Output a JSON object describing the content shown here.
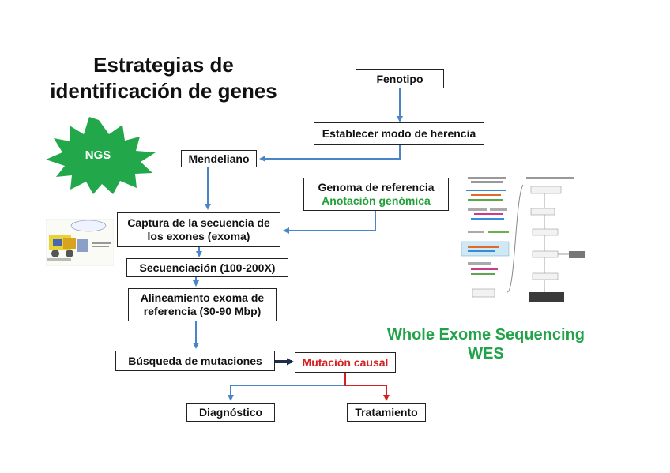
{
  "title": {
    "line1": "Estrategias de",
    "line2": "identificación de genes"
  },
  "badge": {
    "label": "NGS",
    "color": "#22a84a"
  },
  "boxes": {
    "fenotipo": "Fenotipo",
    "herencia": "Establecer modo de herencia",
    "mendeliano": "Mendeliano",
    "genoma_line1": "Genoma de referencia",
    "genoma_line2": "Anotación genómica",
    "captura_line1": "Captura de la secuencia de",
    "captura_line2": "los exones (exoma)",
    "secuenciacion": "Secuenciación (100-200X)",
    "alineamiento_line1": "Alineamiento exoma de",
    "alineamiento_line2": "referencia (30-90 Mbp)",
    "busqueda": "Búsqueda de mutaciones",
    "mutacion": "Mutación causal",
    "diagnostico": "Diagnóstico",
    "tratamiento": "Tratamiento"
  },
  "wes": {
    "line1": "Whole Exome Sequencing",
    "line2": "WES"
  },
  "colors": {
    "arrow_blue": "#4a86c5",
    "arrow_dark": "#1d2d4a",
    "red": "#d42020",
    "green": "#22a03a"
  }
}
